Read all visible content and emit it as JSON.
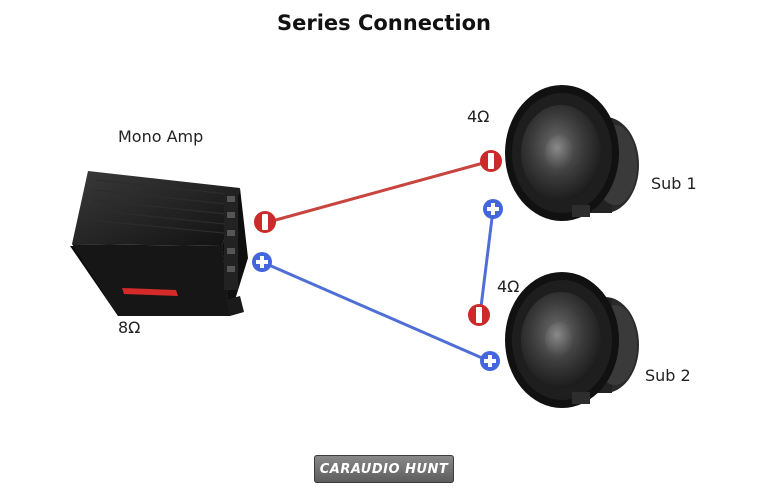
{
  "diagram": {
    "title": "Series Connection",
    "amp": {
      "label": "Mono Amp",
      "impedance": "8Ω"
    },
    "sub1": {
      "label": "Sub 1",
      "impedance": "4Ω"
    },
    "sub2": {
      "label": "Sub 2",
      "impedance": "4Ω"
    }
  },
  "colors": {
    "negative_wire": "#c8453f",
    "positive_wire": "#4f6fd6",
    "negative_terminal": "#cc2a2a",
    "positive_terminal": "#4466dd",
    "amp_body": "#1c1c1c",
    "amp_accent": "#d42a2a"
  },
  "icons": [
    "negative-terminal-icon",
    "positive-terminal-icon",
    "subwoofer-icon",
    "amplifier-icon"
  ],
  "logo": {
    "text": "CARAUDIO HUNT"
  }
}
